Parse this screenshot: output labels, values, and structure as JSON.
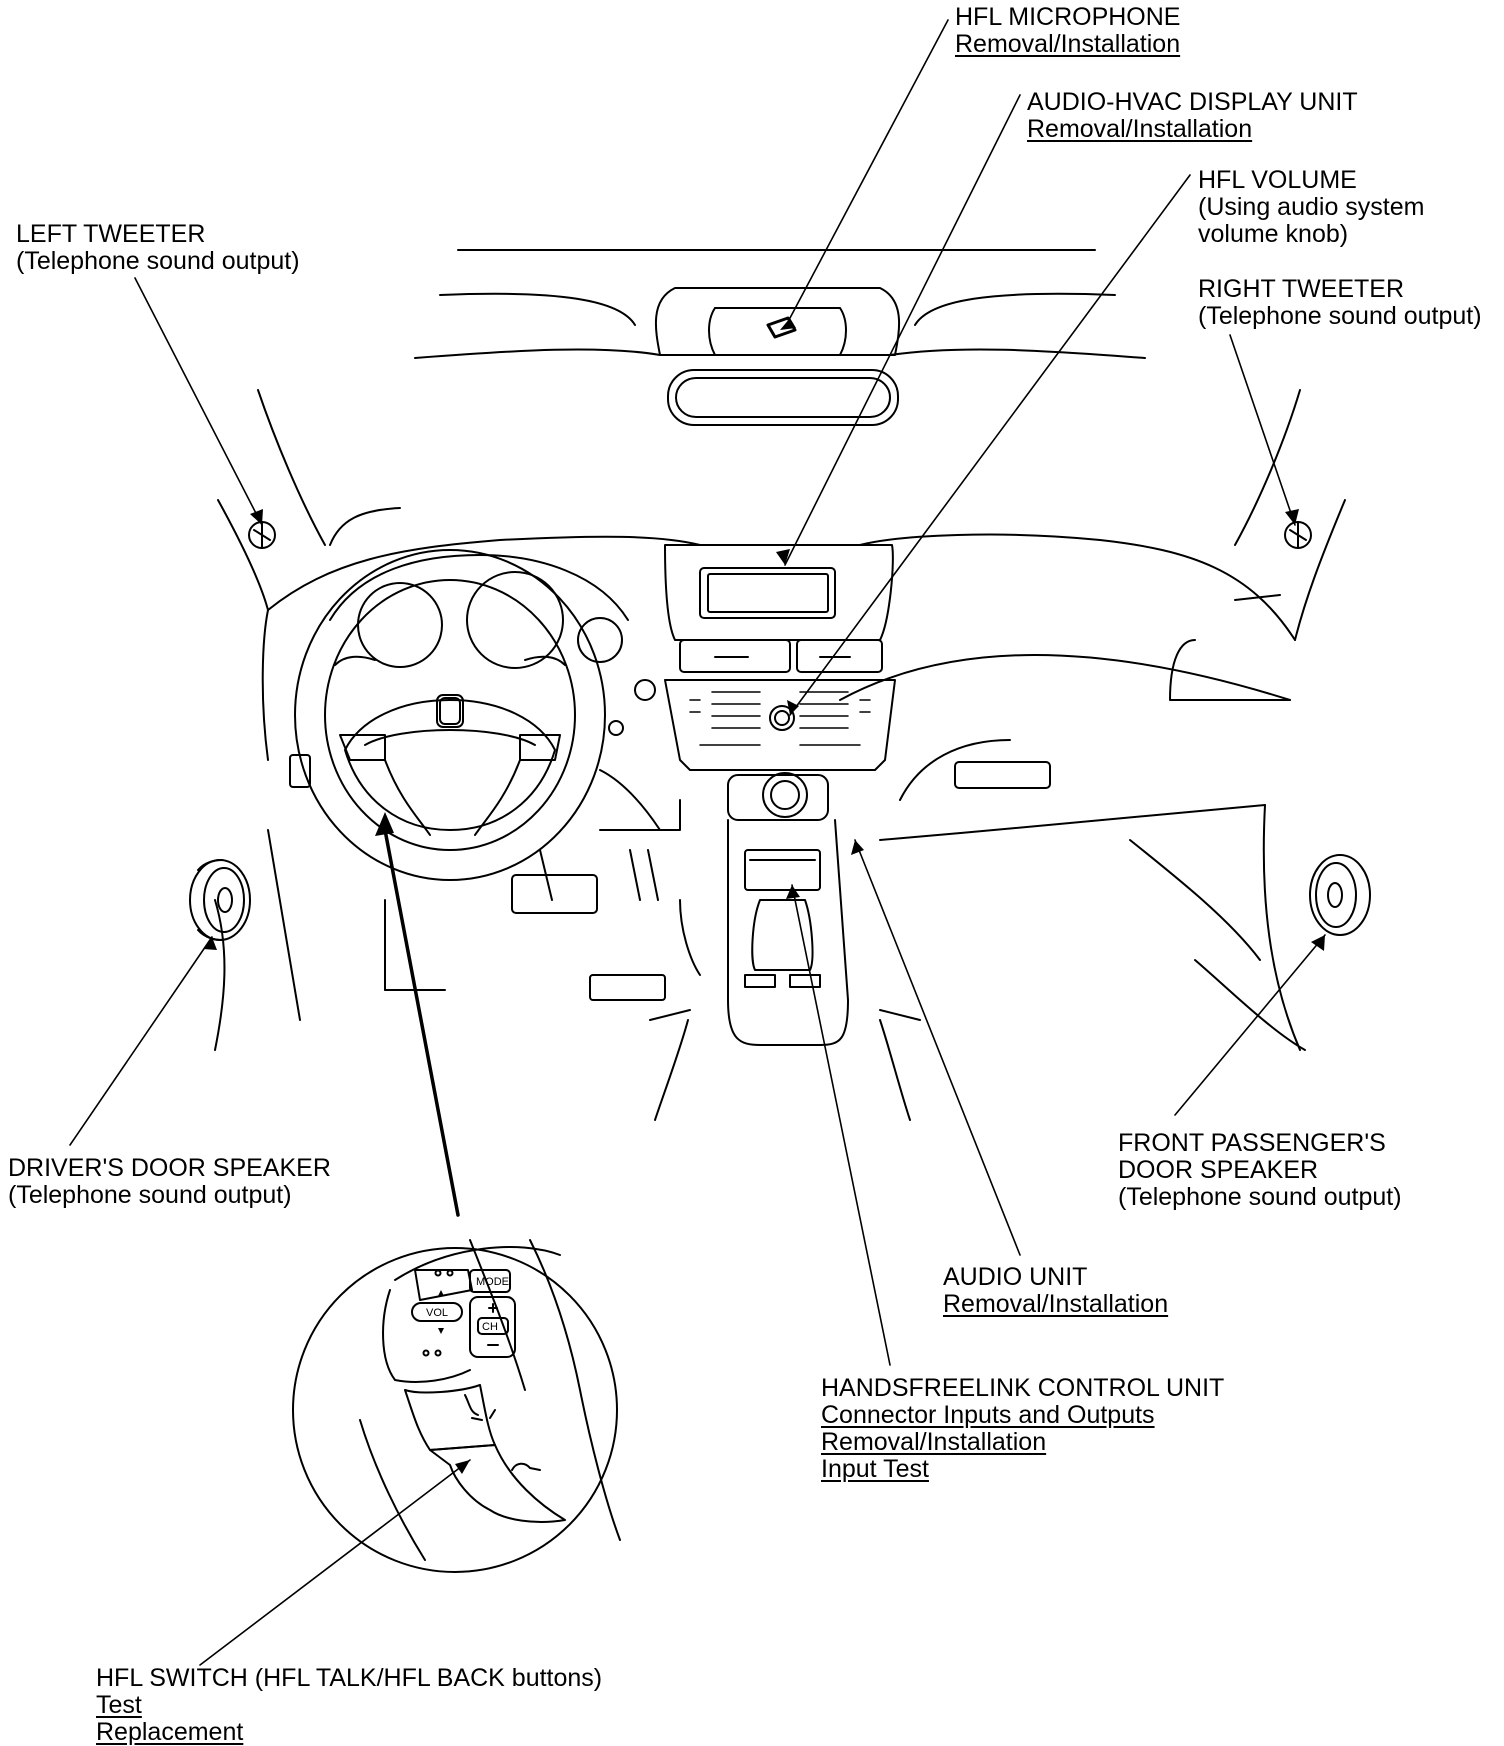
{
  "title": "",
  "callouts": {
    "hfl_microphone": {
      "name": "HFL MICROPHONE",
      "links": [
        "Removal/Installation"
      ]
    },
    "audio_hvac_display": {
      "name": "AUDIO-HVAC DISPLAY UNIT",
      "links": [
        "Removal/Installation"
      ]
    },
    "hfl_volume": {
      "name": "HFL VOLUME",
      "note_line1": "(Using audio system",
      "note_line2": "volume knob)"
    },
    "left_tweeter": {
      "name": "LEFT TWEETER",
      "note": "(Telephone sound output)"
    },
    "right_tweeter": {
      "name": "RIGHT TWEETER",
      "note": "(Telephone sound output)"
    },
    "drivers_door_speaker": {
      "name": "DRIVER'S DOOR SPEAKER",
      "note": "(Telephone sound output)"
    },
    "front_passenger_door_speaker": {
      "name_line1": "FRONT PASSENGER'S",
      "name_line2": "DOOR SPEAKER",
      "note": "(Telephone sound output)"
    },
    "audio_unit": {
      "name": "AUDIO UNIT",
      "links": [
        "Removal/Installation"
      ]
    },
    "handsfreelink_control_unit": {
      "name": "HANDSFREELINK CONTROL UNIT",
      "links": [
        "Connector Inputs and Outputs",
        "Removal/Installation",
        "Input Test"
      ]
    },
    "hfl_switch": {
      "name": "HFL SWITCH (HFL TALK/HFL BACK buttons)",
      "links": [
        "Test",
        "Replacement"
      ]
    }
  },
  "switch_button_labels": {
    "mode": "MODE",
    "vol": "VOL",
    "ch": "CH"
  },
  "colors": {
    "line": "#000000",
    "background": "#ffffff"
  }
}
